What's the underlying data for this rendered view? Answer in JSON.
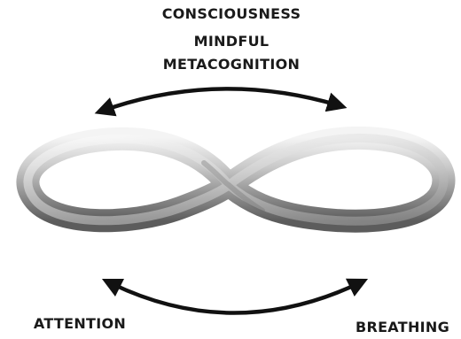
{
  "labels": {
    "top_1": "CONSCIOUSNESS",
    "top_2": "MINDFUL",
    "top_3": "METACOGNITION",
    "bottom_left": "ATTENTION",
    "bottom_right": "BREATHING"
  },
  "colors": {
    "text": "#1a1a1a",
    "arrow": "#111111",
    "metal_light": "#f2f2f2",
    "metal_mid": "#a9a9a9",
    "metal_dark": "#5f5f5f"
  },
  "icons": {
    "top_arrow": "curved-double-arrow-icon",
    "bottom_arrow": "curved-double-arrow-icon",
    "center_shape": "infinity-loop-icon"
  }
}
